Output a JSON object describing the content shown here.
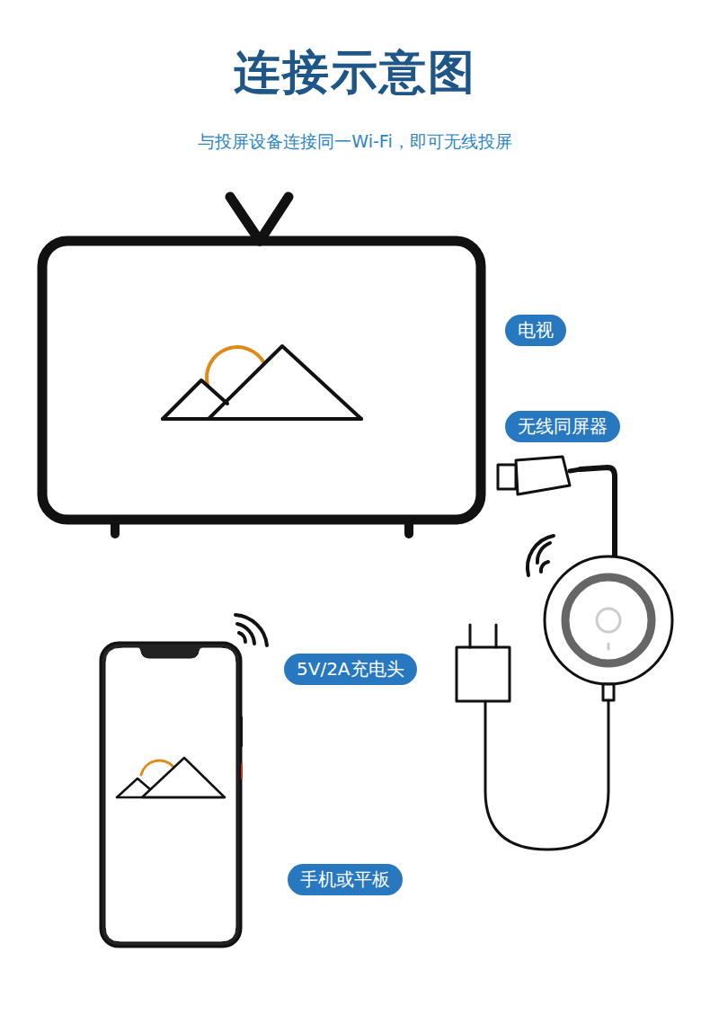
{
  "diagram": {
    "title": "连接示意图",
    "caption": "与投屏设备连接同一Wi-Fi，即可无线投屏",
    "nodes": [
      {
        "text": [
          "电视"
        ]
      },
      {
        "text": [
          "无线同屏器"
        ]
      },
      {
        "text": [
          "5V/2A充电头"
        ]
      },
      {
        "text": [
          "手机或平板"
        ]
      }
    ]
  }
}
